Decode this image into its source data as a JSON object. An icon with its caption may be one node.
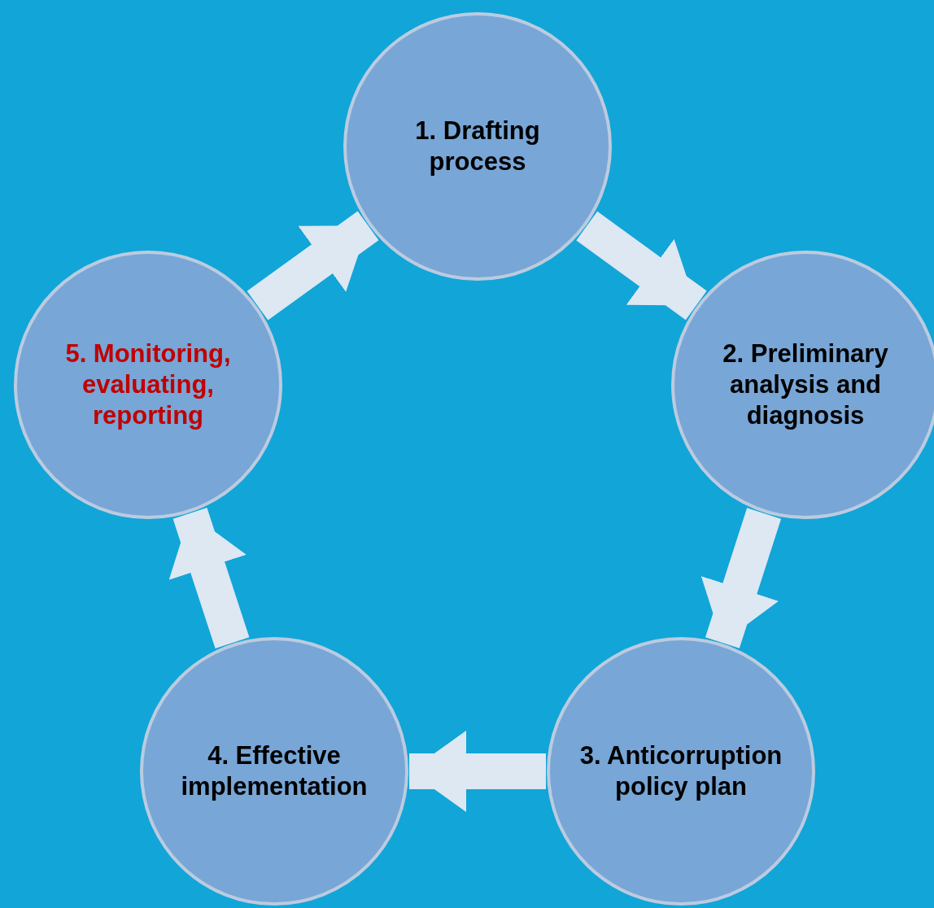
{
  "diagram": {
    "nodes": [
      {
        "text": [
          "1. Drafting process"
        ]
      },
      {
        "text": [
          "2. Preliminary analysis and diagnosis"
        ]
      },
      {
        "text": [
          "3. Anticorruption policy plan"
        ]
      },
      {
        "text": [
          "4. Effective implementation"
        ]
      },
      {
        "text": [
          "5. Monitoring, evaluating, reporting"
        ]
      }
    ],
    "edges": [
      {
        "from": 0,
        "to": 1,
        "arrow": "to"
      },
      {
        "from": 1,
        "to": 2,
        "arrow": "to"
      },
      {
        "from": 2,
        "to": 3,
        "arrow": "to"
      },
      {
        "from": 3,
        "to": 4,
        "arrow": "to"
      },
      {
        "from": 4,
        "to": 0,
        "arrow": "to"
      }
    ]
  }
}
